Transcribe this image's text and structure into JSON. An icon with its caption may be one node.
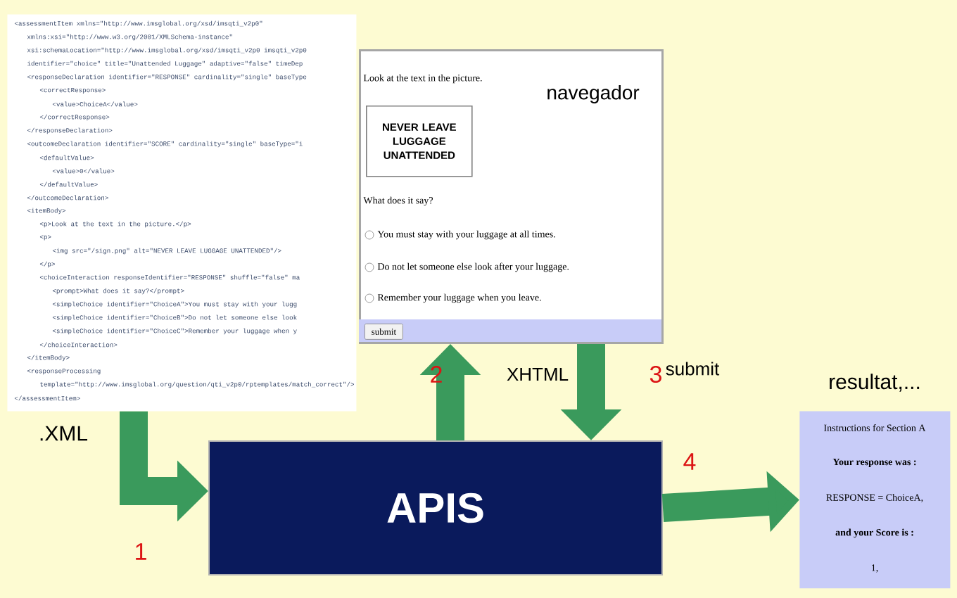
{
  "diagram": {
    "nodes": [
      {
        "text": [
          "<assessmentItem xmlns=\"http://www.imsglobal.org/xsd/imsqti_v2p0\"",
          "xmlns:xsi=\"http://www.w3.org/2001/XMLSchema-instance\"",
          "xsi:schemaLocation=\"http://www.imsglobal.org/xsd/imsqti_v2p0 imsqti_v2p0",
          "identifier=\"choice\" title=\"Unattended Luggage\" adaptive=\"false\" timeDep",
          "<responseDeclaration identifier=\"RESPONSE\" cardinality=\"single\" baseType",
          "<correctResponse>",
          "<value>ChoiceA</value>",
          "</correctResponse>",
          "</responseDeclaration>",
          "<outcomeDeclaration identifier=\"SCORE\" cardinality=\"single\" baseType=\"i",
          "<defaultValue>",
          "<value>0</value>",
          "</defaultValue>",
          "</outcomeDeclaration>",
          "<itemBody>",
          "<p>Look at the text in the picture.</p>",
          "<p>",
          "<img src=\"/sign.png\" alt=\"NEVER LEAVE LUGGAGE UNATTENDED\"/>",
          "</p>",
          "<choiceInteraction responseIdentifier=\"RESPONSE\" shuffle=\"false\" ma",
          "<prompt>What does it say?</prompt>",
          "<simpleChoice identifier=\"ChoiceA\">You must stay with your lugg",
          "<simpleChoice identifier=\"ChoiceB\">Do not let someone else look",
          "<simpleChoice identifier=\"ChoiceC\">Remember your luggage when y",
          "</choiceInteraction>",
          "</itemBody>",
          "<responseProcessing",
          "template=\"http://www.imsglobal.org/question/qti_v2p0/rptemplates/match_correct\"/>",
          "</assessmentItem>"
        ]
      },
      {
        "text": [
          "navegador",
          "Look at the text in the picture.",
          "What does it say?",
          "You must stay with your luggage at all times.",
          "Do not let someone else look after your luggage.",
          "Remember your luggage when you leave."
        ]
      },
      {
        "text": [
          "NEVER LEAVE LUGGAGE UNATTENDED"
        ],
        "in": 1
      },
      {
        "text": [
          "submit"
        ],
        "in": 1
      },
      {
        "text": [
          "APIS"
        ]
      },
      {
        "text": [
          "resultat,...",
          "Instructions for Section A",
          "Your response was :",
          "RESPONSE = ChoiceA,",
          "and your Score is :",
          "1,"
        ]
      }
    ],
    "edges": [
      {
        "from": 0,
        "to": 4,
        "arrow": "to",
        "label": ".XML"
      },
      {
        "from": 4,
        "to": 1,
        "arrow": "to",
        "label": "XHTML"
      },
      {
        "from": 1,
        "to": 4,
        "arrow": "to",
        "label": "submit"
      },
      {
        "from": 4,
        "to": 5,
        "arrow": "to"
      }
    ],
    "labels": [
      "1",
      "2",
      "3",
      "4"
    ]
  }
}
